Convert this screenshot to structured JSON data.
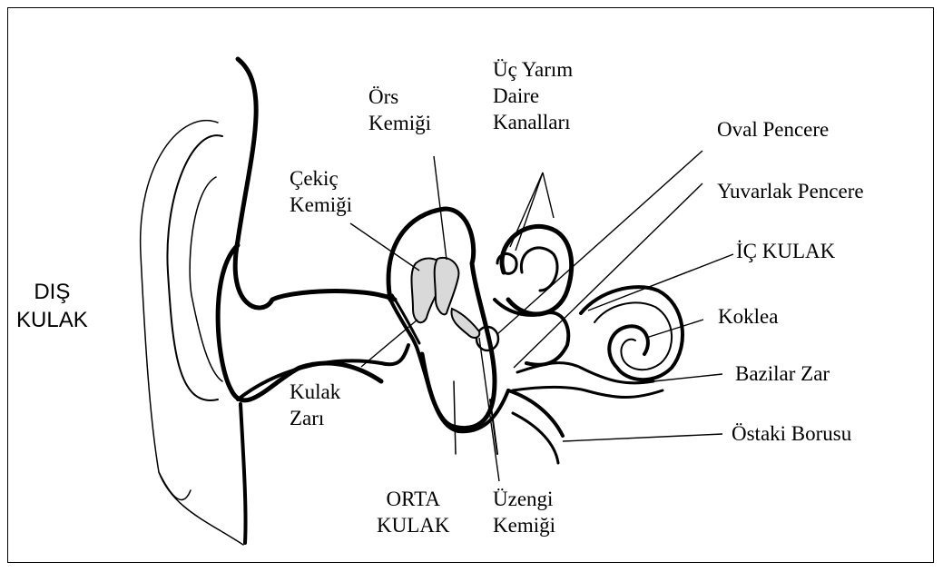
{
  "diagram": {
    "labels": {
      "outer_ear": [
        "DIŞ",
        "KULAK"
      ],
      "incus": [
        "Örs",
        "Kemiği"
      ],
      "semicircular_canals": [
        "Üç Yarım",
        "Daire",
        "Kanalları"
      ],
      "oval_window": "Oval Pencere",
      "malleus": [
        "Çekiç",
        "Kemiği"
      ],
      "round_window": "Yuvarlak Pencere",
      "inner_ear": "İÇ KULAK",
      "cochlea": "Koklea",
      "basilar_membrane": "Bazilar Zar",
      "eardrum": [
        "Kulak",
        "Zarı"
      ],
      "eustachian_tube": "Östaki Borusu",
      "middle_ear": [
        "ORTA",
        "KULAK"
      ],
      "stapes": [
        "Üzengi",
        "Kemiği"
      ]
    },
    "colors": {
      "line": "#000000",
      "background": "#ffffff"
    }
  }
}
